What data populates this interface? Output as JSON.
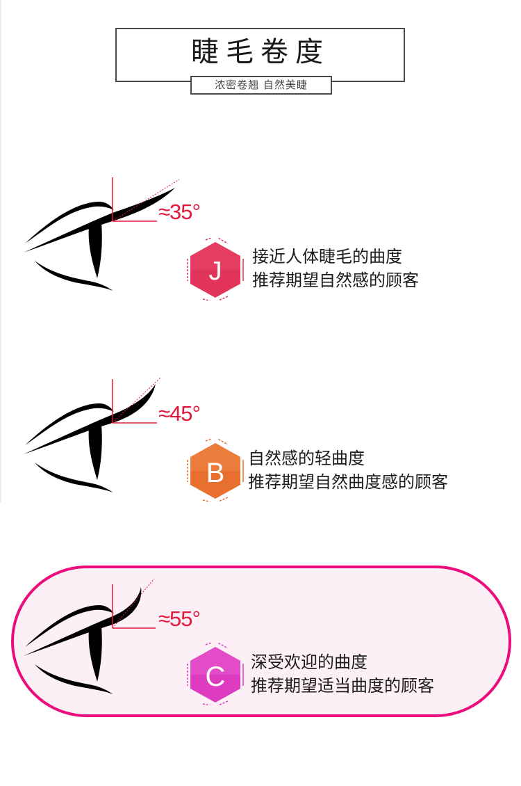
{
  "header": {
    "title": "睫毛卷度",
    "subtitle": "浓密卷翘  自然美睫"
  },
  "curls": [
    {
      "letter": "J",
      "angle_label": "≈35°",
      "angle_deg": 35,
      "badge_color": "#e2335a",
      "badge_dark": "#c91f45",
      "lines": [
        "接近人体睫毛的曲度",
        "推荐期望自然感的顾客"
      ],
      "highlighted": false
    },
    {
      "letter": "B",
      "angle_label": "≈45°",
      "angle_deg": 45,
      "badge_color": "#e8702e",
      "badge_dark": "#d55e1e",
      "lines": [
        "自然感的轻曲度",
        "推荐期望自然曲度感的顾客"
      ],
      "highlighted": false
    },
    {
      "letter": "C",
      "angle_label": "≈55°",
      "angle_deg": 55,
      "badge_color": "#de3cc0",
      "badge_dark": "#c71fa8",
      "lines": [
        "深受欢迎的曲度",
        "推荐期望适当曲度的顾客"
      ],
      "highlighted": true
    }
  ],
  "colors": {
    "angle_red": "#e2183a",
    "pill_border": "#ec0d7c",
    "pill_fill": "#fdeff6"
  }
}
